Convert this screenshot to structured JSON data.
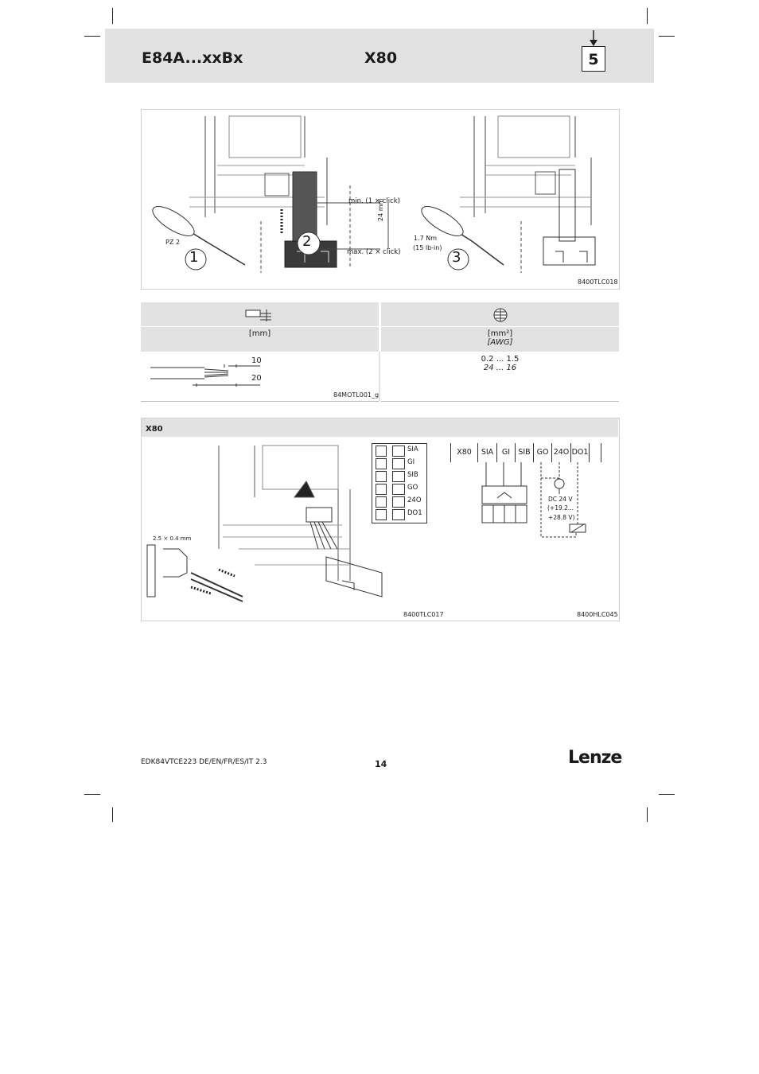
{
  "header": {
    "model": "E84A...xxBx",
    "connector": "X80",
    "chapter": "5"
  },
  "figure1": {
    "step1_tool": "PZ 2",
    "step1_num": "1",
    "step2_num": "2",
    "step3_num": "3",
    "min_label": "min. (1 × click)",
    "max_label": "max. (2 × click)",
    "dim_label": "24 mm",
    "torque_nm": "1.7 Nm",
    "torque_lbin": "(15 lb-in)",
    "code": "8400TLC018"
  },
  "wire_table": {
    "unit_left": "[mm]",
    "unit_right_1": "[mm²]",
    "unit_right_2": "[AWG]",
    "strip_short": "10",
    "strip_long": "20",
    "drawing_code": "84MOTL001_g",
    "cross_section_mm2": "0.2 ... 1.5",
    "cross_section_awg": "24 ... 16"
  },
  "x80_section": {
    "title": "X80",
    "terminals": [
      "SIA",
      "GI",
      "SIB",
      "GO",
      "24O",
      "DO1"
    ],
    "screwdriver_label": "2.5 × 0.4 mm",
    "code_left": "8400TLC017",
    "code_right": "8400HLC045",
    "schematic": {
      "header": [
        "X80",
        "SIA",
        "GI",
        "SIB",
        "GO",
        "24O",
        "DO1"
      ],
      "supply_1": "DC 24 V",
      "supply_2": "(+19.2...",
      "supply_3": "+28.8 V)"
    }
  },
  "footer": {
    "doc_id": "EDK84VTCE223  DE/EN/FR/ES/IT  2.3",
    "page": "14",
    "brand": "Lenze"
  }
}
